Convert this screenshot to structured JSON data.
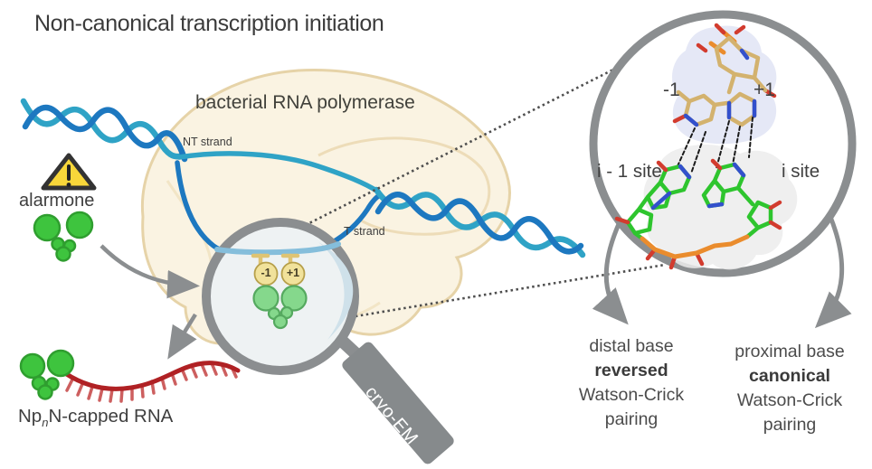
{
  "title": "Non-canonical transcription initiation",
  "polymerase": {
    "label": "bacterial RNA polymerase",
    "nt_strand_label": "NT strand",
    "t_strand_label": "T strand"
  },
  "alarmone": {
    "label": "alarmone"
  },
  "active_site": {
    "minus_one": "-1",
    "plus_one": "+1"
  },
  "magnifier": {
    "tool_label": "cryo-EM"
  },
  "product_rna": {
    "prefix": "Np",
    "subscript": "n",
    "suffix": "N-capped RNA"
  },
  "structure_view": {
    "minus_one": "-1",
    "plus_one": "+1",
    "left_site": "i - 1 site",
    "right_site": "i site"
  },
  "annotations": {
    "distal": {
      "line1": "distal base",
      "emphasis": "reversed",
      "line2": "Watson-Crick",
      "line3": "pairing"
    },
    "proximal": {
      "line1": "proximal base",
      "emphasis": "canonical",
      "line2": "Watson-Crick",
      "line3": "pairing"
    }
  },
  "colors": {
    "polymerase_cream": "#faf3e2",
    "polymerase_outline": "#e6d3a8",
    "dna_teal": "#2fa3c6",
    "dna_blue": "#1d78c0",
    "alarmone_green": "#3ec43e",
    "rna_red": "#b02124",
    "warning_yellow": "#f8d73a",
    "accent_gray": "#8b8e90"
  }
}
